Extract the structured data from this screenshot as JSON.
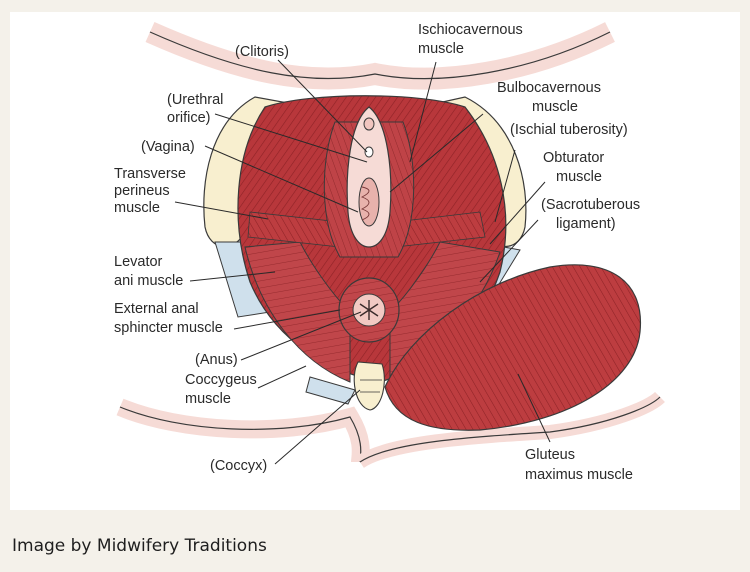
{
  "diagram": {
    "labels": {
      "clitoris": "(Clitoris)",
      "ischiocavernosus": [
        "Ischiocavernous",
        "muscle"
      ],
      "urethral_orifice": [
        "(Urethral",
        "orifice)"
      ],
      "bulbocavernosus": [
        "Bulbocavernous",
        "muscle"
      ],
      "vagina": "(Vagina)",
      "ischial_tuberosity": "(Ischial tuberosity)",
      "obturator": [
        "Obturator",
        "muscle"
      ],
      "transverse_perineus": [
        "Transverse",
        "perineus",
        "muscle"
      ],
      "sacrotuberous": [
        "(Sacrotuberous",
        "ligament)"
      ],
      "levator_ani": [
        "Levator",
        "ani muscle"
      ],
      "external_anal_sphincter": [
        "External anal",
        "sphincter muscle"
      ],
      "anus": "(Anus)",
      "coccygeus": [
        "Coccygeus",
        "muscle"
      ],
      "coccyx": "(Coccyx)",
      "gluteus_maximus": [
        "Gluteus",
        "maximus muscle"
      ]
    },
    "colors": {
      "muscle": "#b8373b",
      "muscle_dark": "#8e2226",
      "bone": "#f8efcf",
      "ligament": "#cfe0ec",
      "skin": "#f6dbd6"
    }
  },
  "caption": "Image by Midwifery Traditions"
}
